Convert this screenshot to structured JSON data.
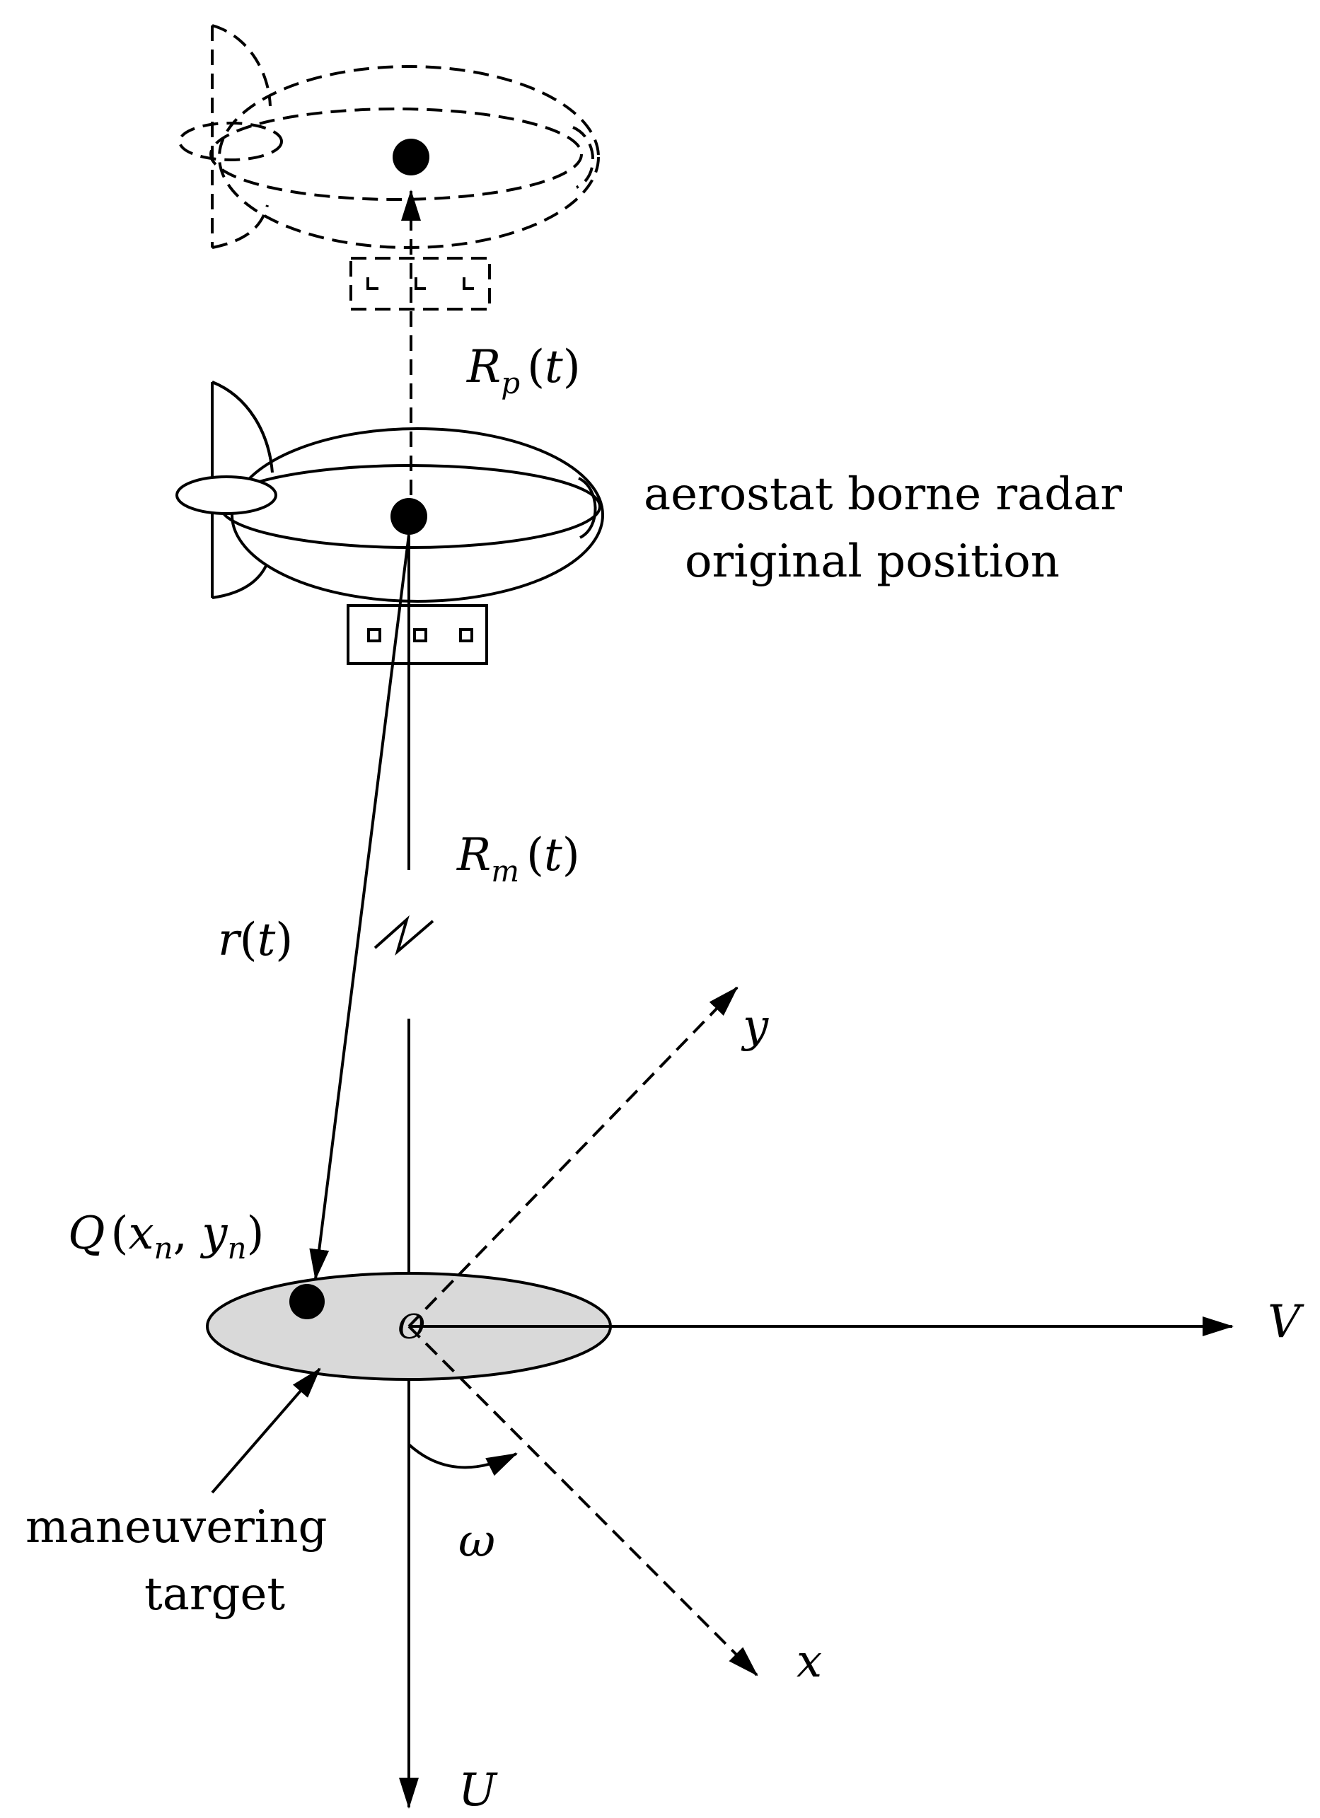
{
  "labels": {
    "Rp": {
      "main": "R",
      "sub": "p",
      "arg": "t"
    },
    "Rm": {
      "main": "R",
      "sub": "m",
      "arg": "t"
    },
    "r": {
      "main": "r",
      "arg": "t"
    },
    "Q": {
      "main": "Q",
      "x": "x",
      "xsub": "n",
      "y": "y",
      "ysub": "n"
    },
    "radar_line1": "aerostat borne radar",
    "radar_line2": "original position",
    "target_line1": "maneuvering",
    "target_line2": "target",
    "axis_y": "y",
    "axis_x": "x",
    "axis_V": "V",
    "axis_U": "U",
    "angle": "ω",
    "origin": "O"
  },
  "colors": {
    "stroke": "#000000",
    "target_fill": "#d9d9d9",
    "background": "#ffffff"
  }
}
